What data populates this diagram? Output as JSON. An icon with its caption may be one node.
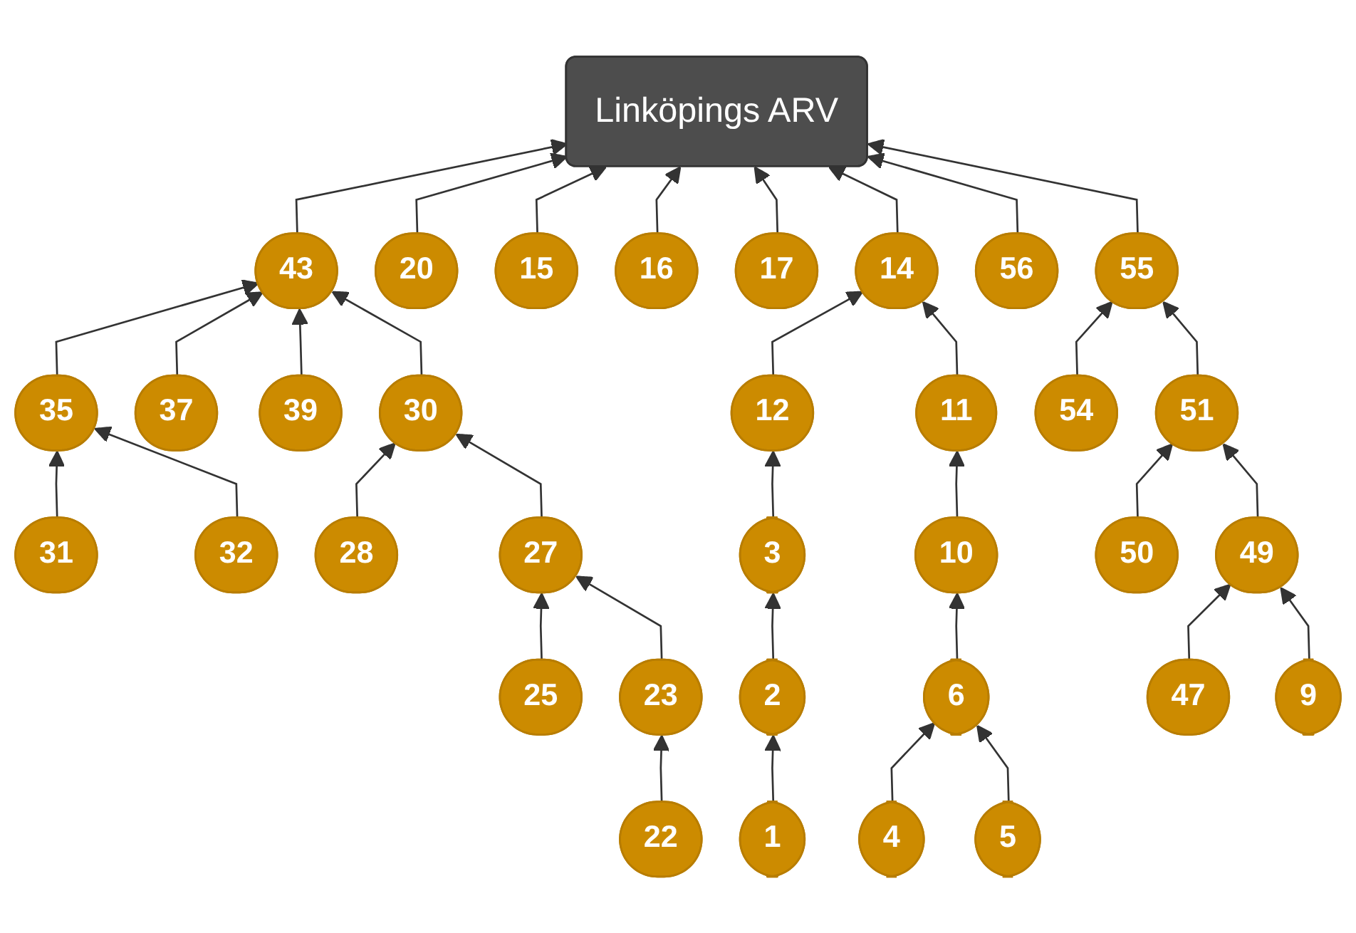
{
  "diagram": {
    "nodes": [
      {
        "text": [
          "Linköpings ARV"
        ]
      },
      {
        "text": [
          "31"
        ]
      },
      {
        "text": [
          "37"
        ]
      },
      {
        "text": [
          "39"
        ]
      },
      {
        "text": [
          "43"
        ]
      },
      {
        "text": [
          "35"
        ]
      },
      {
        "text": [
          "56"
        ]
      },
      {
        "text": [
          "20"
        ]
      },
      {
        "text": [
          "32"
        ]
      },
      {
        "text": [
          "55"
        ]
      },
      {
        "text": [
          "15"
        ]
      },
      {
        "text": [
          "30"
        ]
      },
      {
        "text": [
          "16"
        ]
      },
      {
        "text": [
          "14"
        ]
      },
      {
        "text": [
          "54"
        ]
      },
      {
        "text": [
          "17"
        ]
      },
      {
        "text": [
          "28"
        ]
      },
      {
        "text": [
          "51"
        ]
      },
      {
        "text": [
          "12"
        ]
      },
      {
        "text": [
          "27"
        ]
      },
      {
        "text": [
          "11"
        ]
      },
      {
        "text": [
          "50"
        ]
      },
      {
        "text": [
          "3"
        ]
      },
      {
        "text": [
          "49"
        ]
      },
      {
        "text": [
          "10"
        ]
      },
      {
        "text": [
          "25"
        ]
      },
      {
        "text": [
          "2"
        ]
      },
      {
        "text": [
          "47"
        ]
      },
      {
        "text": [
          "23"
        ]
      },
      {
        "text": [
          "6"
        ]
      },
      {
        "text": [
          "9"
        ]
      },
      {
        "text": [
          "1"
        ]
      },
      {
        "text": [
          "22"
        ]
      },
      {
        "text": [
          "4"
        ]
      },
      {
        "text": [
          "5"
        ]
      }
    ],
    "edges": [
      {
        "from": 1,
        "to": 5,
        "arrow": "to"
      },
      {
        "from": 8,
        "to": 5,
        "arrow": "to"
      },
      {
        "from": 5,
        "to": 4,
        "arrow": "to"
      },
      {
        "from": 2,
        "to": 4,
        "arrow": "to"
      },
      {
        "from": 3,
        "to": 4,
        "arrow": "to"
      },
      {
        "from": 11,
        "to": 4,
        "arrow": "to"
      },
      {
        "from": 16,
        "to": 11,
        "arrow": "to"
      },
      {
        "from": 19,
        "to": 11,
        "arrow": "to"
      },
      {
        "from": 25,
        "to": 19,
        "arrow": "to"
      },
      {
        "from": 28,
        "to": 19,
        "arrow": "to"
      },
      {
        "from": 32,
        "to": 28,
        "arrow": "to"
      },
      {
        "from": 4,
        "to": 0,
        "arrow": "to"
      },
      {
        "from": 7,
        "to": 0,
        "arrow": "to"
      },
      {
        "from": 10,
        "to": 0,
        "arrow": "to"
      },
      {
        "from": 12,
        "to": 0,
        "arrow": "to"
      },
      {
        "from": 15,
        "to": 0,
        "arrow": "to"
      },
      {
        "from": 13,
        "to": 0,
        "arrow": "to"
      },
      {
        "from": 6,
        "to": 0,
        "arrow": "to"
      },
      {
        "from": 9,
        "to": 0,
        "arrow": "to"
      },
      {
        "from": 18,
        "to": 13,
        "arrow": "to"
      },
      {
        "from": 20,
        "to": 13,
        "arrow": "to"
      },
      {
        "from": 22,
        "to": 18,
        "arrow": "to"
      },
      {
        "from": 26,
        "to": 22,
        "arrow": "to"
      },
      {
        "from": 31,
        "to": 26,
        "arrow": "to"
      },
      {
        "from": 24,
        "to": 20,
        "arrow": "to"
      },
      {
        "from": 29,
        "to": 24,
        "arrow": "to"
      },
      {
        "from": 33,
        "to": 29,
        "arrow": "to"
      },
      {
        "from": 34,
        "to": 29,
        "arrow": "to"
      },
      {
        "from": 14,
        "to": 9,
        "arrow": "to"
      },
      {
        "from": 17,
        "to": 9,
        "arrow": "to"
      },
      {
        "from": 21,
        "to": 17,
        "arrow": "to"
      },
      {
        "from": 23,
        "to": 17,
        "arrow": "to"
      },
      {
        "from": 27,
        "to": 23,
        "arrow": "to"
      },
      {
        "from": 30,
        "to": 23,
        "arrow": "to"
      }
    ]
  }
}
